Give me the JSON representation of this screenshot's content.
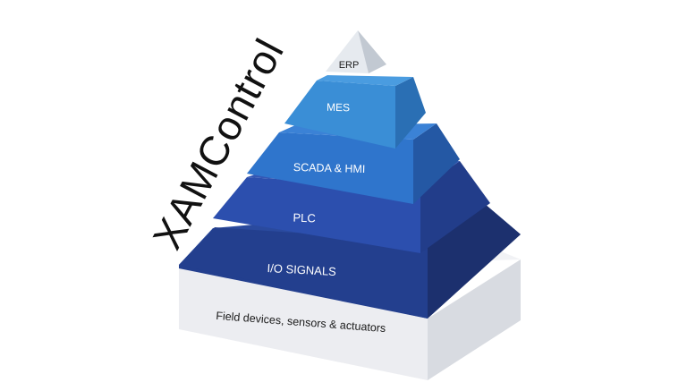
{
  "brand": {
    "text": "XAMControl"
  },
  "layers": [
    {
      "id": "erp",
      "label": "ERP"
    },
    {
      "id": "mes",
      "label": "MES"
    },
    {
      "id": "scada",
      "label": "SCADA & HMI"
    },
    {
      "id": "plc",
      "label": "PLC"
    },
    {
      "id": "io",
      "label": "I/O SIGNALS"
    },
    {
      "id": "field",
      "label": "Field devices, sensors & actuators"
    }
  ],
  "colors": {
    "erp_front": "#e6eaef",
    "erp_right": "#c2c9d2",
    "mes_front": "#3a8ed6",
    "mes_right": "#2a6fb4",
    "scada_front": "#2f75cc",
    "scada_right": "#2458a4",
    "plc_front": "#2c4fae",
    "plc_right": "#223d8a",
    "io_front": "#233f8e",
    "io_right": "#1c306e",
    "field_front": "#ecedf1",
    "field_right": "#d8dbe1",
    "text_light": "#ffffff",
    "text_dark": "#1b1b1b"
  }
}
